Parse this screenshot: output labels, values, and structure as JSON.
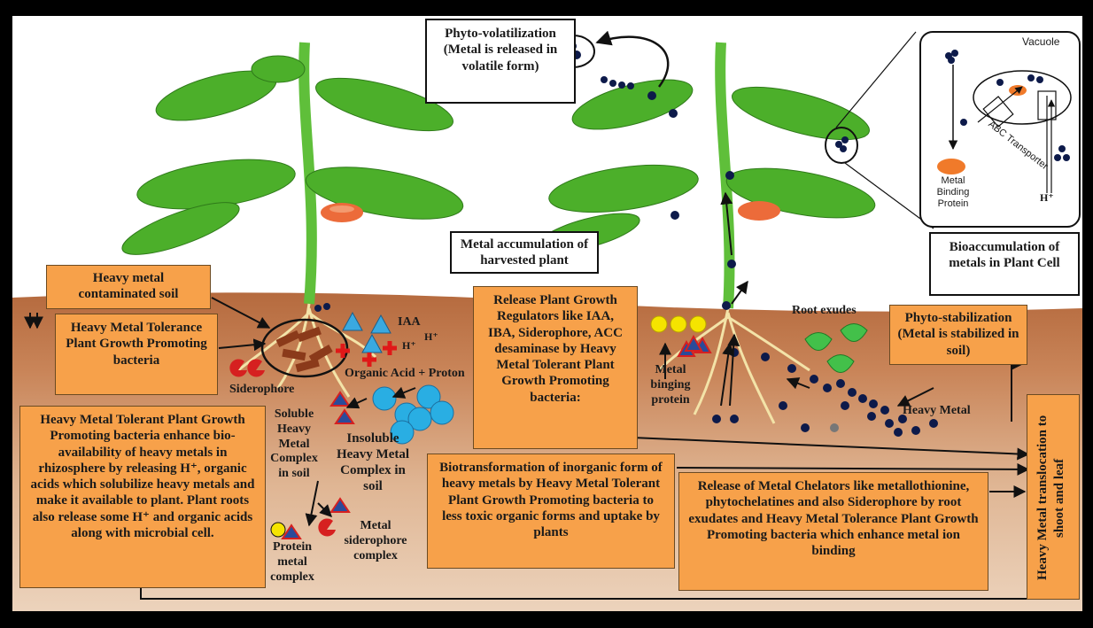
{
  "labels": {
    "phytovolatilization": "Phyto-volatilization (Metal is released in volatile form)",
    "vacuole": "Vacuole",
    "abc_transporter": "ABC Transporter",
    "metal_binding_protein": "Metal Binding Protein",
    "h_minus": "H⁺",
    "bioaccumulation": "Bioaccumulation of metals in Plant Cell",
    "metal_accumulation": "Metal accumulation of harvested plant",
    "contaminated_soil": "Heavy metal contaminated soil",
    "tolerance_bacteria": "Heavy Metal Tolerance Plant Growth Promoting bacteria",
    "siderophore": "Siderophore",
    "iaa": "IAA",
    "h_plus_1": "H⁺",
    "h_plus_2": "H⁺",
    "organic_acid": "Organic Acid + Proton",
    "release_regulators": "Release Plant Growth Regulators like IAA, IBA, Siderophore, ACC desaminase by Heavy Metal Tolerant Plant Growth Promoting bacteria:",
    "metal_binging_protein": "Metal binging protein",
    "root_exudes": "Root exudes",
    "phytostabilization": "Phyto-stabilization (Metal is stabilized in soil)",
    "heavy_metal": "Heavy Metal",
    "bioavailability": "Heavy Metal Tolerant Plant Growth Promoting bacteria enhance bio-availability of heavy metals in rhizosphere by releasing H⁺, organic acids which solubilize heavy metals and make it available to plant. Plant roots also release some H⁺ and organic acids along with microbial cell.",
    "soluble_complex": "Soluble Heavy Metal Complex in soil",
    "insoluble_complex": "Insoluble Heavy Metal Complex in soil",
    "protein_metal_complex": "Protein metal complex",
    "metal_siderophore_complex": "Metal siderophore complex",
    "biotransformation": "Biotransformation of inorganic form of heavy metals by Heavy Metal Tolerant Plant Growth Promoting bacteria to less toxic organic forms and uptake by plants",
    "chelators": "Release of Metal Chelators like metallothionine, phytochelatines and also Siderophore by root exudates and Heavy Metal Tolerance Plant Growth Promoting bacteria which enhance metal ion binding",
    "translocation": "Heavy Metal translocation to shoot and leaf"
  },
  "colors": {
    "box_fill": "#f7a14a",
    "soil_top": "#b56a3e",
    "soil_bottom": "#e8cbb0",
    "plant_green": "#4caf2a",
    "metal_dot": "#0d1a4a",
    "molecule_blue": "#29aee3",
    "siderophore_red": "#d62020"
  }
}
